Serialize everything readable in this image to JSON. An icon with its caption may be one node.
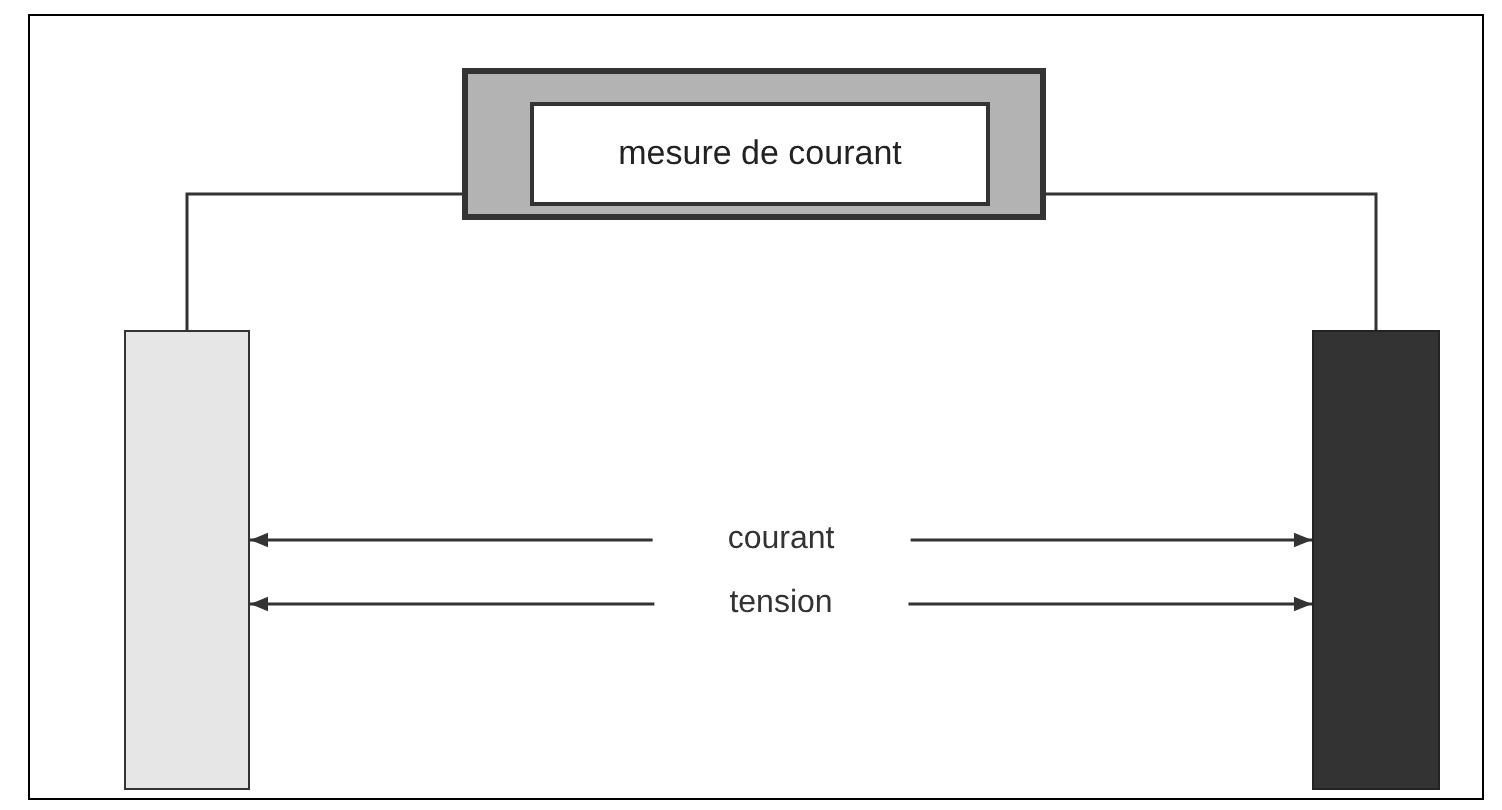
{
  "diagram": {
    "nodes": [
      {
        "text": [],
        "shape": "box"
      },
      {
        "text": [
          "mesure de courant"
        ],
        "in": 0
      },
      {
        "text": [],
        "shape": "bar"
      },
      {
        "text": [],
        "shape": "bar"
      }
    ],
    "edges": [
      {
        "from": 2,
        "to": 0,
        "arrow": "none"
      },
      {
        "from": 0,
        "to": 3,
        "arrow": "none"
      },
      {
        "from": 2,
        "to": 3,
        "label": "courant",
        "arrow": "both"
      },
      {
        "from": 2,
        "to": 3,
        "label": "tension",
        "arrow": "both"
      }
    ]
  }
}
